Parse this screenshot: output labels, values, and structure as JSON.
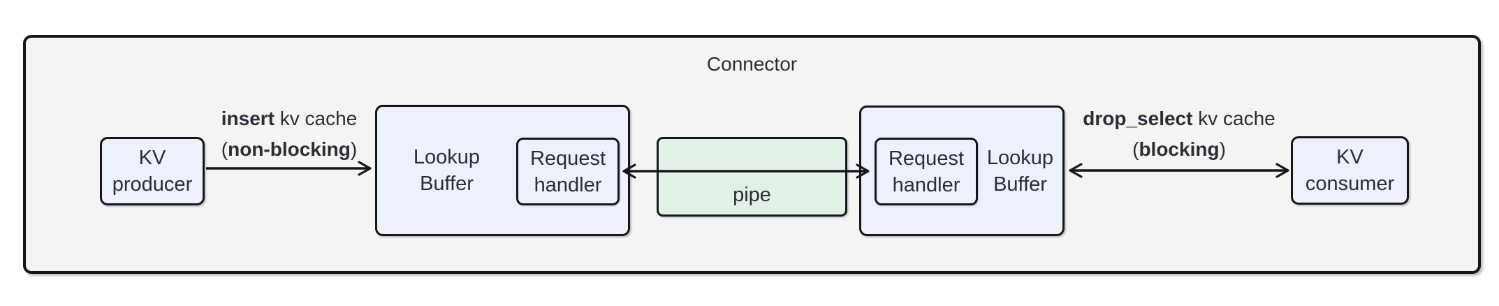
{
  "title": "Connector",
  "nodes": {
    "kv_producer": {
      "line1": "KV",
      "line2": "producer"
    },
    "lookup_buffer_left": {
      "line1": "Lookup",
      "line2": "Buffer"
    },
    "request_handler_left": {
      "line1": "Request",
      "line2": "handler"
    },
    "pipe": {
      "label": "pipe"
    },
    "request_handler_right": {
      "line1": "Request",
      "line2": "handler"
    },
    "lookup_buffer_right": {
      "line1": "Lookup",
      "line2": "Buffer"
    },
    "kv_consumer": {
      "line1": "KV",
      "line2": "consumer"
    }
  },
  "edges": {
    "insert": {
      "verb": "insert",
      "suffix": " kv cache",
      "open_paren": "(",
      "mode": "non-blocking",
      "close_paren": ")"
    },
    "drop_select": {
      "verb": "drop_select",
      "suffix": " kv cache",
      "open_paren": "(",
      "mode": "blocking",
      "close_paren": ")"
    }
  },
  "colors": {
    "canvas_bg": "#ffffff",
    "outer_fill": "#f4f4f3",
    "node_fill": "#edf1fb",
    "pipe_fill": "#e2f1e5",
    "stroke": "#15171c",
    "text": "#2b2e36"
  }
}
